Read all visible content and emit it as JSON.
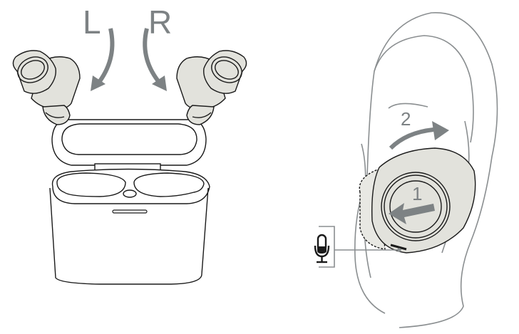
{
  "diagram": {
    "title": "Earbud insertion and fitting instructions",
    "left_panel": {
      "description": "Earbuds placed into open charging case",
      "labels": {
        "left": "L",
        "right": "R"
      },
      "components": [
        "left-earbud",
        "right-earbud",
        "charging-case-lid",
        "charging-case-base",
        "case-led-indicator"
      ]
    },
    "right_panel": {
      "description": "Fitting earbud into ear",
      "steps": [
        {
          "number": "1",
          "action": "Insert earbud into ear canal"
        },
        {
          "number": "2",
          "action": "Rotate earbud to secure fit"
        }
      ],
      "callout": {
        "icon": "microphone-icon",
        "points_to": "microphone opening"
      }
    },
    "colors": {
      "arrow": "#7d8284",
      "earbud_fill": "#e2e2dc",
      "line": "#1a1a1a",
      "ear_line": "#8a8e90"
    }
  }
}
